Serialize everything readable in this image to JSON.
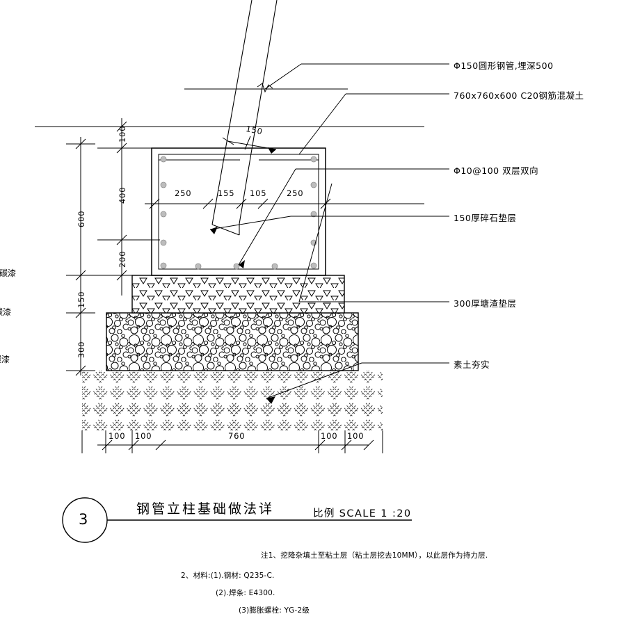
{
  "drawing": {
    "kind": "construction-detail",
    "title_cn": "钢管立柱基础做法详",
    "scale_label": "比例 SCALE 1 :20",
    "detail_number": "3"
  },
  "callouts": [
    {
      "key": "pipe",
      "text": "Φ150圆形钢管,埋深500"
    },
    {
      "key": "footing",
      "text": "760x760x600  C20钢筋混凝土"
    },
    {
      "key": "rebar",
      "text": "Φ10@100 双层双向"
    },
    {
      "key": "gravel",
      "text": "150厚碎石垫层"
    },
    {
      "key": "slag",
      "text": "300厚塘渣垫层"
    },
    {
      "key": "soil",
      "text": "素土夯实"
    }
  ],
  "dimensions": {
    "vertical_inner": [
      "100",
      "400",
      "200"
    ],
    "vertical_outer": [
      "600",
      "150",
      "300"
    ],
    "horizontal_bottom": [
      "100",
      "100",
      "760",
      "100",
      "100"
    ],
    "horizontal_inner": [
      "250",
      "155",
      "105",
      "250"
    ],
    "pipe_diameter": "150"
  },
  "edge_labels": [
    "氟碳漆",
    "氟碳漆"
  ],
  "notes": [
    "注1、挖降杂填土至粘土层（粘土层挖去10MM），以此层作为持力层.",
    "2、材料:(1).钢材: Q235-C.",
    "(2).焊条: E4300.",
    "(3)膨胀螺栓: YG-2级"
  ],
  "colors": {
    "line": "#000000",
    "rebar_dot": "#b8b8b8",
    "background": "#ffffff"
  }
}
